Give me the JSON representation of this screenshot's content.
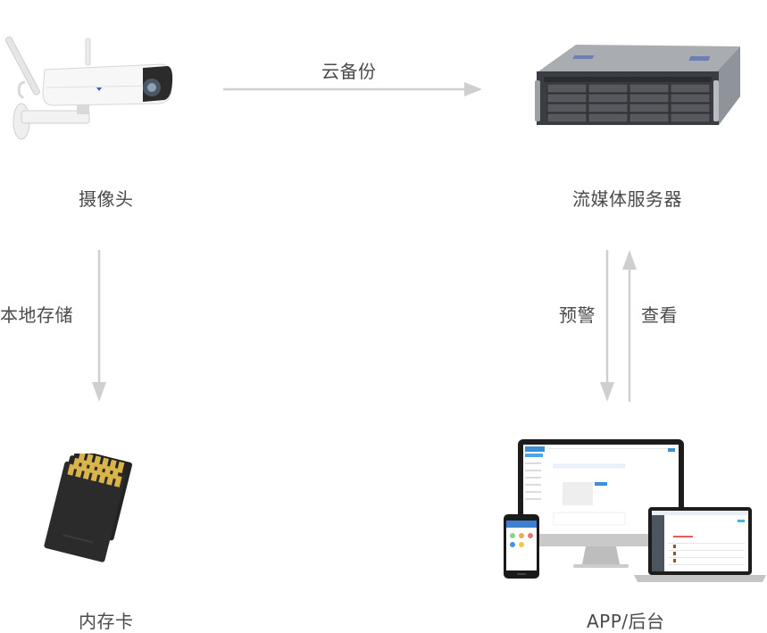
{
  "colors": {
    "arrow": "#cfcfcf",
    "text": "#4a4a4a"
  },
  "nodes": {
    "camera": {
      "label": "摄像头",
      "icon": "camera-icon"
    },
    "server": {
      "label": "流媒体服务器",
      "icon": "server-icon"
    },
    "sdcard": {
      "label": "内存卡",
      "icon": "sd-card-icon"
    },
    "app": {
      "label": "APP/后台",
      "icon": "devices-icon"
    }
  },
  "edges": {
    "cloud_backup": {
      "label": "云备份",
      "from": "camera",
      "to": "server"
    },
    "local_storage": {
      "label": "本地存储",
      "from": "camera",
      "to": "sdcard"
    },
    "alert": {
      "label": "预警",
      "from": "server",
      "to": "app"
    },
    "view": {
      "label": "查看",
      "from": "app",
      "to": "server"
    }
  }
}
